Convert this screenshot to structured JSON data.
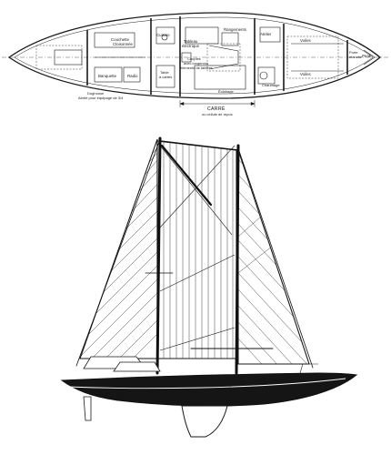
{
  "plan": {
    "labels": {
      "couchette_1": "Couchette",
      "couchette_2": "Cloisonnée",
      "cuisine": "Cuisine",
      "tableau_1": "Tableau",
      "tableau_2": "électrique",
      "rangements": "Rangements",
      "atelier": "Atelier",
      "voiles_top": "Voiles",
      "voiles_bottom": "Voiles",
      "porte_1": "Porte",
      "porte_2": "étanche",
      "peak": "Peak",
      "banquette": "Banquette",
      "radio": "Radio",
      "table_1": "Table",
      "table_2": "à cartes",
      "couples_1": "Couples",
      "couples_2": "avec longerons",
      "couples_3": "éléments de tablées",
      "chaumage": "Chaumage",
      "eclairage": "Éclairage",
      "doghouse_1": "Doghouse",
      "doghouse_2": "Abrité pour équipage de 3/4",
      "carre": "CARRÉ",
      "carre_sub": "ou cellule de repos"
    }
  },
  "colors": {
    "ink": "#1a1a1a",
    "hull": "#151515",
    "paper": "#ffffff"
  }
}
